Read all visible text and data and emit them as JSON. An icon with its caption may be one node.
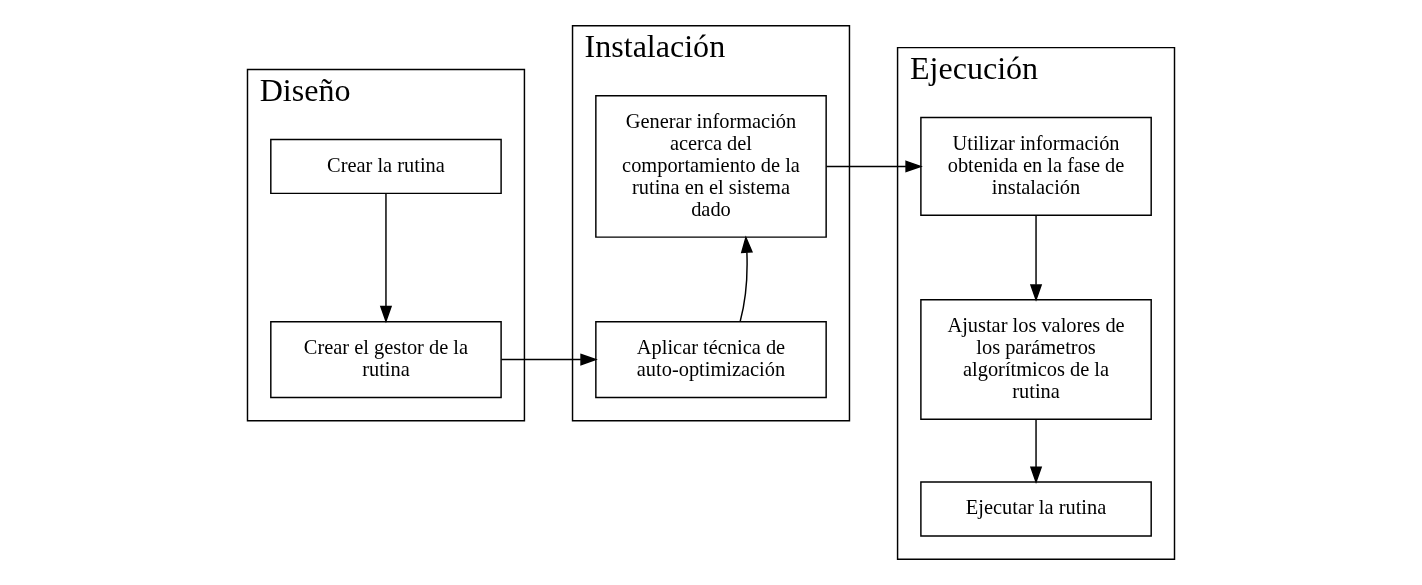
{
  "diagram": {
    "nodes": [
      {
        "text": [
          "Diseño"
        ]
      },
      {
        "text": [
          "Crear la rutina"
        ],
        "in": 0
      },
      {
        "text": [
          "Crear el gestor de la rutina"
        ],
        "in": 0
      },
      {
        "text": [
          "Instalación"
        ]
      },
      {
        "text": [
          "Generar información acerca del comportamiento de la rutina en el sistema dado"
        ],
        "in": 3
      },
      {
        "text": [
          "Aplicar técnica de auto-optimización"
        ],
        "in": 3
      },
      {
        "text": [
          "Ejecución"
        ]
      },
      {
        "text": [
          "Utilizar información obtenida en la fase de instalación"
        ],
        "in": 6
      },
      {
        "text": [
          "Ajustar los valores de los parámetros algorítmicos de la rutina"
        ],
        "in": 6
      },
      {
        "text": [
          "Ejecutar la rutina"
        ],
        "in": 6
      }
    ],
    "edges": [
      {
        "from": 1,
        "to": 2,
        "arrow": "to"
      },
      {
        "from": 2,
        "to": 5,
        "arrow": "to"
      },
      {
        "from": 5,
        "to": 4,
        "arrow": "to"
      },
      {
        "from": 4,
        "to": 7,
        "arrow": "to"
      },
      {
        "from": 7,
        "to": 8,
        "arrow": "to"
      },
      {
        "from": 8,
        "to": 9,
        "arrow": "to"
      }
    ]
  }
}
